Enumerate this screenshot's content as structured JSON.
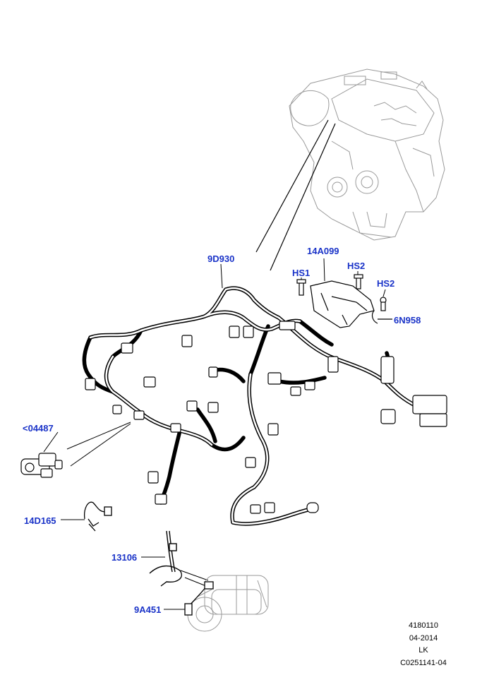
{
  "callouts": {
    "c9D930": "9D930",
    "c14A099": "14A099",
    "cHS1": "HS1",
    "cHS2a": "HS2",
    "cHS2b": "HS2",
    "c6N958": "6N958",
    "c04487": "<04487",
    "c14D165": "14D165",
    "c13106": "13106",
    "c9A451": "9A451"
  },
  "meta": {
    "drawing_number": "4180110",
    "date": "04-2014",
    "initials": "LK",
    "reference": "C0251141-04"
  },
  "colors": {
    "callout_text": "#1a33c8",
    "line_art": "#000000",
    "ghost_art": "#9a9a9a"
  },
  "icons": [
    "engine-ghost-icon",
    "wiring-harness-icon",
    "sensor-icon",
    "starter-motor-icon",
    "bracket-icon",
    "bolt-icon",
    "clip-icon"
  ]
}
